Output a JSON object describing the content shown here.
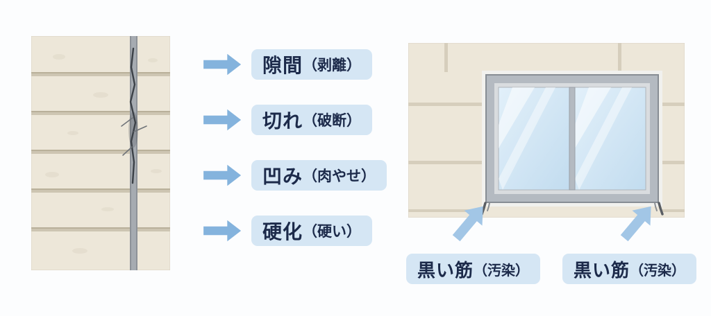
{
  "left_labels": [
    {
      "term": "隙間",
      "paren": "（剥離）"
    },
    {
      "term": "切れ",
      "paren": "（破断）"
    },
    {
      "term": "凹み",
      "paren": "（肉やせ）"
    },
    {
      "term": "硬化",
      "paren": "（硬い）"
    }
  ],
  "right_labels": [
    {
      "term": "黒い筋",
      "paren": "（汚染）"
    },
    {
      "term": "黒い筋",
      "paren": "（汚染）"
    }
  ],
  "icons": {
    "left_pointer": "block-arrow-right-icon",
    "corner_pointer": "block-arrow-up-right-icon"
  },
  "colors": {
    "background": "#fcfdfe",
    "label_background": "#d5e6f4",
    "label_text": "#1c2a4a",
    "arrow_blue": "#84b3dd",
    "arrow_light_blue": "#a2c6e6",
    "wall_beige": "#ede7d9",
    "wall_groove": "#cdc5b2",
    "sealant_gray": "#a6abb1",
    "crack_dark": "#3c4147",
    "window_frame_gray": "#b4bac1",
    "window_glass_blue": "#cfe4f3"
  }
}
